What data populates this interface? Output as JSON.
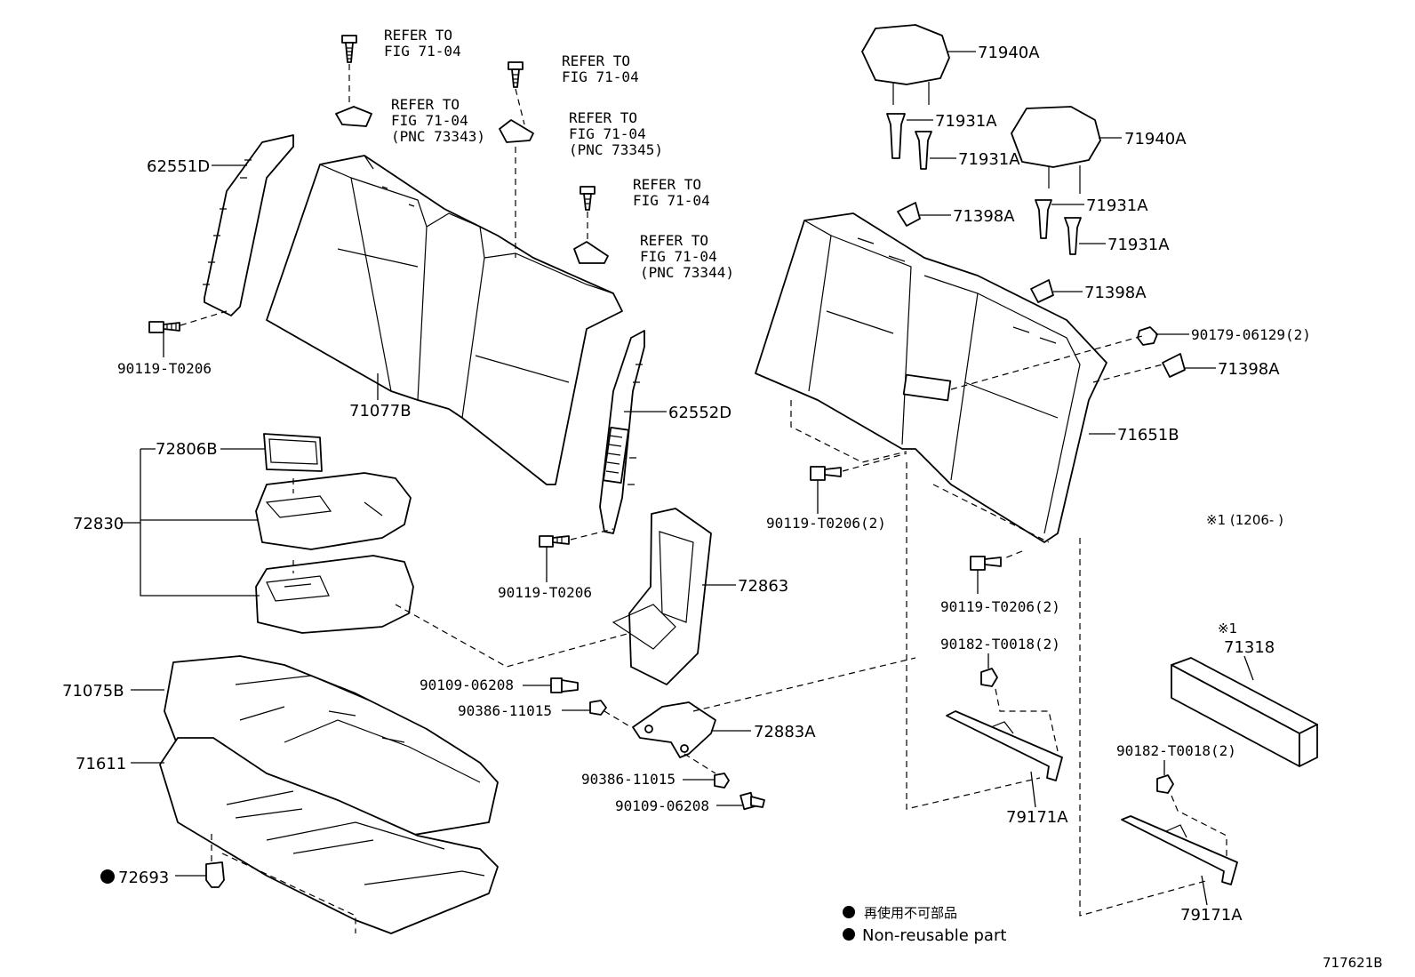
{
  "diagram_id": "717621B",
  "labels": {
    "p62551D": "62551D",
    "p90119_T0206_a": "90119-T0206",
    "p71077B": "71077B",
    "p62552D": "62552D",
    "p90119_T0206_b": "90119-T0206",
    "p72806B": "72806B",
    "p72830": "72830",
    "p72863": "72863",
    "p71075B": "71075B",
    "p71611": "71611",
    "p72693": "72693",
    "p90109_06208_a": "90109-06208",
    "p90386_11015_a": "90386-11015",
    "p72883A": "72883A",
    "p90386_11015_b": "90386-11015",
    "p90109_06208_b": "90109-06208",
    "p71940A_a": "71940A",
    "p71940A_b": "71940A",
    "p71931A_a": "71931A",
    "p71931A_b": "71931A",
    "p71931A_c": "71931A",
    "p71931A_d": "71931A",
    "p71398A_a": "71398A",
    "p71398A_b": "71398A",
    "p71398A_c": "71398A",
    "p90179_06129": "90179-06129(2)",
    "p71651B": "71651B",
    "p90119_T0206_c": "90119-T0206(2)",
    "p90119_T0206_d": "90119-T0206(2)",
    "p90182_T0018_a": "90182-T0018(2)",
    "p90182_T0018_b": "90182-T0018(2)",
    "p79171A_a": "79171A",
    "p79171A_b": "79171A",
    "p71318": "71318",
    "note_mark": "※1",
    "note_range": "※1 (1206-       )"
  },
  "refer_notes": {
    "r1": {
      "line1": "REFER TO",
      "line2": "FIG 71-04"
    },
    "r2": {
      "line1": "REFER TO",
      "line2": "FIG 71-04",
      "line3": "(PNC 73343)"
    },
    "r3": {
      "line1": "REFER TO",
      "line2": "FIG 71-04"
    },
    "r4": {
      "line1": "REFER TO",
      "line2": "FIG 71-04",
      "line3": "(PNC 73345)"
    },
    "r5": {
      "line1": "REFER TO",
      "line2": "FIG 71-04"
    },
    "r6": {
      "line1": "REFER TO",
      "line2": "FIG 71-04",
      "line3": "(PNC 73344)"
    }
  },
  "legend": {
    "jp": "再使用不可部品",
    "en": "Non-reusable part"
  }
}
